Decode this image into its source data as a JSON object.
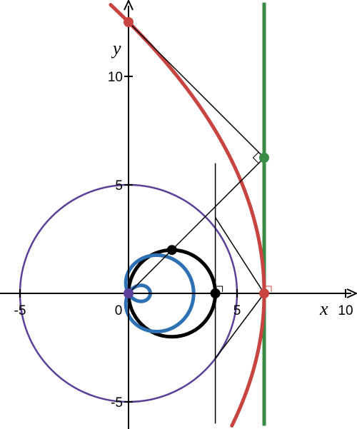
{
  "chart_data": {
    "type": "geometry-construction",
    "xlim": [
      -6,
      10.2
    ],
    "ylim": [
      -6.1,
      13.1
    ],
    "grid": false,
    "axes": {
      "x_title": "x",
      "y_title": "y",
      "x_ticks": [
        {
          "value": -5,
          "label": "-5"
        },
        {
          "value": 0,
          "label": "0"
        },
        {
          "value": 5,
          "label": "5"
        },
        {
          "value": 10,
          "label": "10"
        }
      ],
      "y_ticks": [
        {
          "value": -5,
          "label": "-5"
        },
        {
          "value": 5,
          "label": "5"
        },
        {
          "value": 10,
          "label": "10"
        }
      ]
    },
    "colors": {
      "axis": "#000000",
      "purple": "#5b3f99",
      "blue": "#2d70b3",
      "black": "#000000",
      "red": "#c74440",
      "green": "#388c46"
    },
    "circles": [
      {
        "id": "purple-circle",
        "cx": 0,
        "cy": 0,
        "r": 5,
        "color": "#5b3f99",
        "stroke": 2.5
      },
      {
        "id": "black-circle",
        "cx": 2,
        "cy": 0,
        "r": 2,
        "color": "#000000",
        "stroke": 5
      }
    ],
    "limacon": {
      "id": "blue-limacon",
      "a": 1,
      "b": 2,
      "color": "#2d70b3",
      "stroke": 5
    },
    "parabola": {
      "id": "red-parabola",
      "vertex_x": 6.25,
      "focus_x": 0,
      "t_range": [
        -6.1,
        13.3
      ],
      "color": "#c74440",
      "stroke": 5
    },
    "vertical_lines": [
      {
        "id": "green-directrix",
        "x": 6.25,
        "y_range": [
          -6.1,
          13.4
        ],
        "color": "#388c46",
        "stroke": 5
      },
      {
        "id": "black-vertical-line",
        "x": 4,
        "y_range": [
          -6,
          6
        ],
        "color": "#000000",
        "stroke": 1.5
      }
    ],
    "segments": [
      {
        "id": "origin-to-green-point",
        "from": [
          0,
          0
        ],
        "to": [
          6.25,
          6.25
        ]
      },
      {
        "id": "green-point-to-top-red-point",
        "from": [
          6.25,
          6.25
        ],
        "to": [
          0,
          12.5
        ]
      },
      {
        "id": "vertical-line-top-to-red-point",
        "from": [
          4,
          3.5
        ],
        "to": [
          6.25,
          0
        ]
      },
      {
        "id": "red-point-to-vertical-line-bottom",
        "from": [
          6.25,
          0
        ],
        "to": [
          4,
          -3
        ]
      }
    ],
    "right_angle_markers": [
      {
        "id": "right-angle-at-green-point",
        "at": [
          6.25,
          6.25
        ],
        "color": "#000000"
      },
      {
        "id": "right-angle-at-red-point",
        "at": [
          6.25,
          0
        ],
        "color": "#c74440"
      },
      {
        "id": "right-angle-at-black-point",
        "at": [
          4,
          0
        ],
        "color": "#000000"
      }
    ],
    "points": [
      {
        "id": "point-top-red",
        "x": 0,
        "y": 12.5,
        "color": "#c74440"
      },
      {
        "id": "point-green",
        "x": 6.25,
        "y": 6.25,
        "color": "#388c46"
      },
      {
        "id": "point-black-on-circle",
        "x": 2,
        "y": 2,
        "color": "#000000"
      },
      {
        "id": "point-black-on-axis",
        "x": 4,
        "y": 0,
        "color": "#000000"
      },
      {
        "id": "point-red-vertex",
        "x": 6.25,
        "y": 0,
        "color": "#c74440"
      },
      {
        "id": "point-purple-origin",
        "x": 0,
        "y": 0,
        "color": "#5b3f99"
      }
    ]
  }
}
